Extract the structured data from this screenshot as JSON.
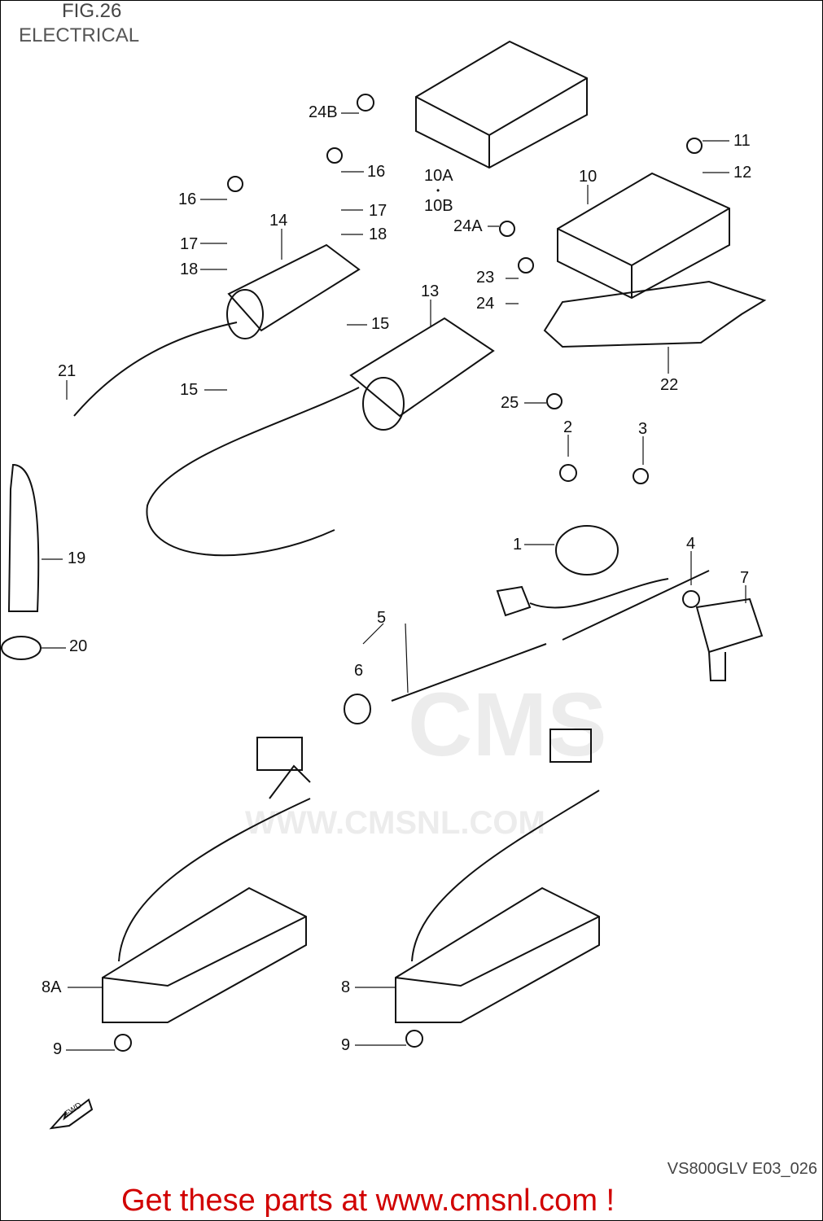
{
  "header": {
    "figure": "FIG.26",
    "title": "ELECTRICAL"
  },
  "watermark": {
    "logo": "CMS",
    "url": "WWW.CMSNL.COM"
  },
  "callouts": [
    "24B",
    "10A",
    "10B",
    "16",
    "16",
    "17",
    "18",
    "14",
    "17",
    "18",
    "15",
    "15",
    "13",
    "21",
    "19",
    "20",
    "10",
    "11",
    "12",
    "24A",
    "23",
    "24",
    "22",
    "25",
    "2",
    "3",
    "1",
    "4",
    "7",
    "5",
    "6",
    "8A",
    "8",
    "9",
    "9"
  ],
  "direction_marker": "FWD",
  "footer": {
    "cta": "Get these parts at www.cmsnl.com !",
    "diagram_code": "VS800GLV E03_026"
  },
  "colors": {
    "cta": "#d10000",
    "lines": "#111111"
  }
}
